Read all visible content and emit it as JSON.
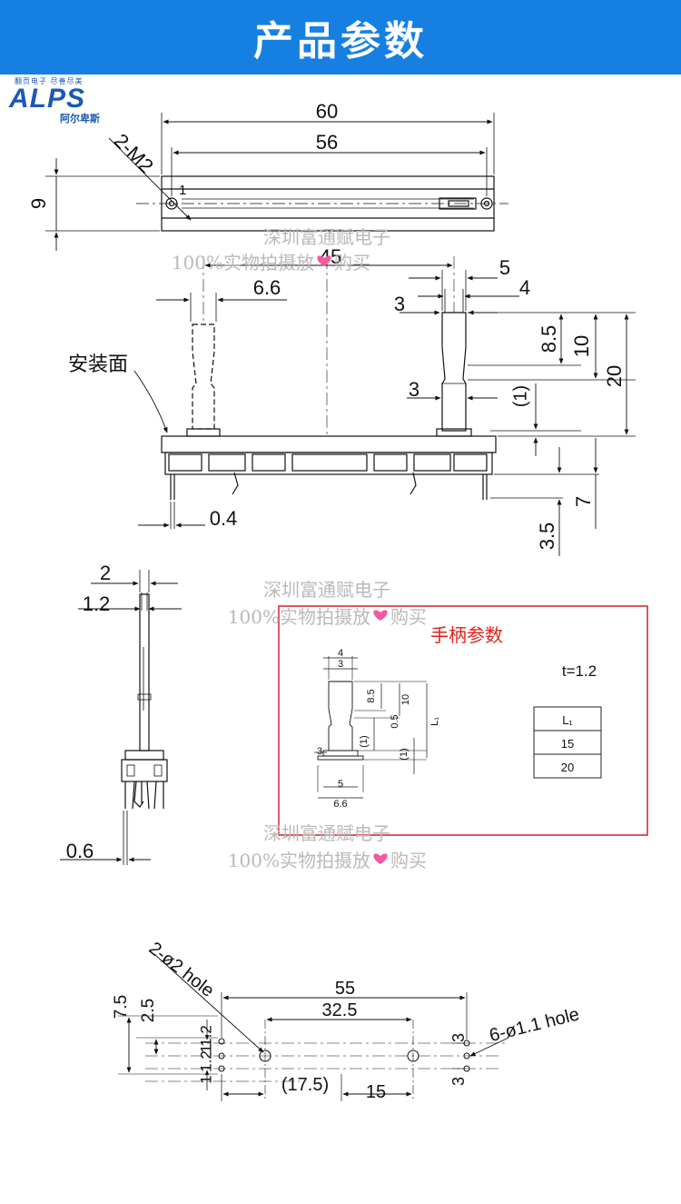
{
  "header": {
    "title": "产品参数"
  },
  "logo": {
    "tagline": "翻页电子 尽善尽美",
    "brand": "ALPS",
    "brand_cn": "阿尔卑斯"
  },
  "watermark": {
    "line1": "深圳富通赋电子",
    "line2_pre": "100%实物拍摄放",
    "line2_post": "购买"
  },
  "colors": {
    "header_bg": "#1680e2",
    "panel_border": "#d0202a",
    "panel_title": "#e0201a",
    "heart": "#f05aa0"
  },
  "top_view": {
    "dim_total_length": "60",
    "dim_hole_pitch": "56",
    "dim_height": "9",
    "label_mount_holes": "2-M2",
    "label_pin1": "1"
  },
  "front_view": {
    "dim_lever_pitch": "45",
    "dim_lever_width": "6.6",
    "dim_tip_w5": "5",
    "dim_tip_w4": "4",
    "dim_tip_w3_top": "3",
    "dim_tip_w3_mid": "3",
    "dim_8_5": "8.5",
    "dim_10": "10",
    "dim_20": "20",
    "dim_1": "(1)",
    "dim_7": "7",
    "dim_3_5": "3.5",
    "dim_0_4": "0.4",
    "label_mount_face": "安装面"
  },
  "side_view": {
    "dim_2": "2",
    "dim_1_2": "1.2",
    "dim_0_6": "0.6"
  },
  "lever_panel": {
    "title": "手柄参数",
    "thickness": "t=1.2",
    "dims": {
      "w4": "4",
      "w3": "3",
      "h8_5": "8.5",
      "h10": "10",
      "h0_5": "0.5",
      "l1": "L₁",
      "p1a": "(1)",
      "p1b": "(1)",
      "w3b": "3",
      "w5": "5",
      "w6_6": "6.6"
    },
    "table": {
      "header": "L₁",
      "rows": [
        "15",
        "20"
      ]
    }
  },
  "pcb_layout": {
    "label_holes_2": "2-ø2 hole",
    "label_holes_6": "6-ø1.1 hole",
    "dim_55": "55",
    "dim_32_5": "32.5",
    "dim_17_5": "(17.5)",
    "dim_15": "15",
    "dim_7_5": "7.5",
    "dim_2_5": "2.5",
    "dim_1_2a": "1.2",
    "dim_1_2b": "1.2",
    "dim_1a": "1",
    "dim_1b": "1",
    "dim_3a": "3",
    "dim_3b": "3"
  }
}
